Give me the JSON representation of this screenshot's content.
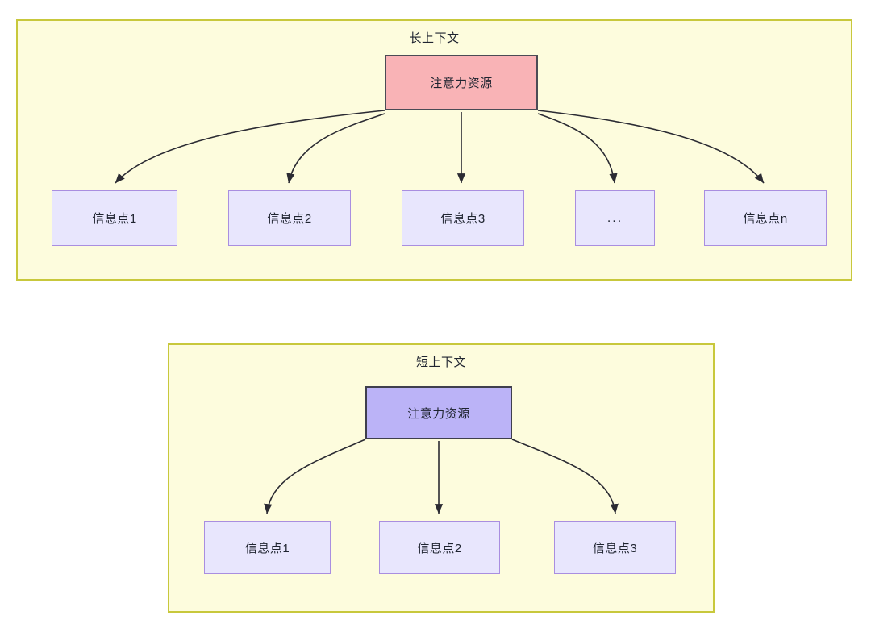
{
  "diagram": {
    "title_hidden": "",
    "colors": {
      "frame_fill": "#fdfcdd",
      "frame_border": "#c8c83c",
      "root_long_fill": "#f9b3b6",
      "root_long_border": "#4b4b55",
      "root_short_fill": "#bbb3f7",
      "root_short_border": "#3f3f4d",
      "info_fill": "#e8e6fd",
      "info_border": "#a98ee0",
      "edge": "#2b2b33",
      "text": "#1f2430"
    },
    "groups": [
      {
        "id": "long-context",
        "title": "长上下文",
        "root": {
          "label": "注意力资源"
        },
        "children": [
          {
            "label": "信息点1"
          },
          {
            "label": "信息点2"
          },
          {
            "label": "信息点3"
          },
          {
            "label": "..."
          },
          {
            "label": "信息点n"
          }
        ]
      },
      {
        "id": "short-context",
        "title": "短上下文",
        "root": {
          "label": "注意力资源"
        },
        "children": [
          {
            "label": "信息点1"
          },
          {
            "label": "信息点2"
          },
          {
            "label": "信息点3"
          }
        ]
      }
    ]
  }
}
